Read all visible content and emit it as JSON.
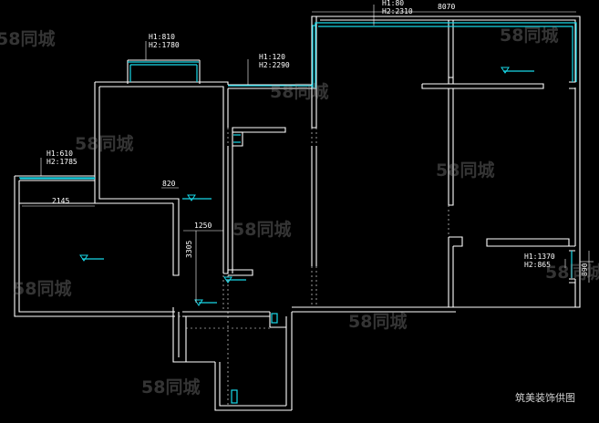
{
  "window_labels": [
    {
      "h1": "H1:810",
      "h2": "H2:1780"
    },
    {
      "h1": "H1:120",
      "h2": "H2:2290"
    },
    {
      "h1": "H1:610",
      "h2": "H2:1785"
    },
    {
      "h1": "H1:80",
      "h2": "H2:2310"
    },
    {
      "h1": "H1:1370",
      "h2": "H2:865"
    }
  ],
  "dimensions": {
    "top_width": "8070",
    "d820": "820",
    "d2145": "2145",
    "d1250": "1250",
    "d3305": "3305",
    "d890": "890"
  },
  "watermark_text": "58同城",
  "credit": "筑美装饰供图",
  "colors": {
    "background": "#000000",
    "wall": "#ffffff",
    "window": "#18d8e8"
  }
}
